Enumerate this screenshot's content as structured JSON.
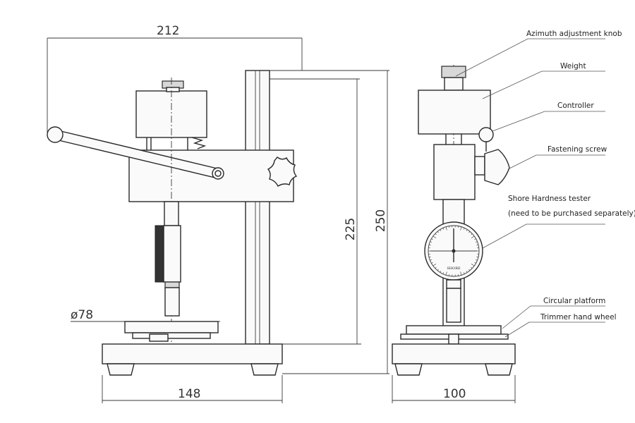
{
  "dimensions": {
    "width_top": "212",
    "height_inner": "225",
    "height_outer": "250",
    "platform_diameter": "ø78",
    "base_width_front": "148",
    "base_width_side": "100"
  },
  "labels": {
    "azimuth": "Azimuth adjustment knob",
    "weight": "Weight",
    "controller": "Controller",
    "fastening": "Fastening screw",
    "shore_line1": "Shore Hardness tester",
    "shore_line2": "(need to be purchased separately)",
    "circular_platform": "Circular platform",
    "trimmer": "Trimmer hand wheel"
  },
  "dial_brand": "SHORE"
}
